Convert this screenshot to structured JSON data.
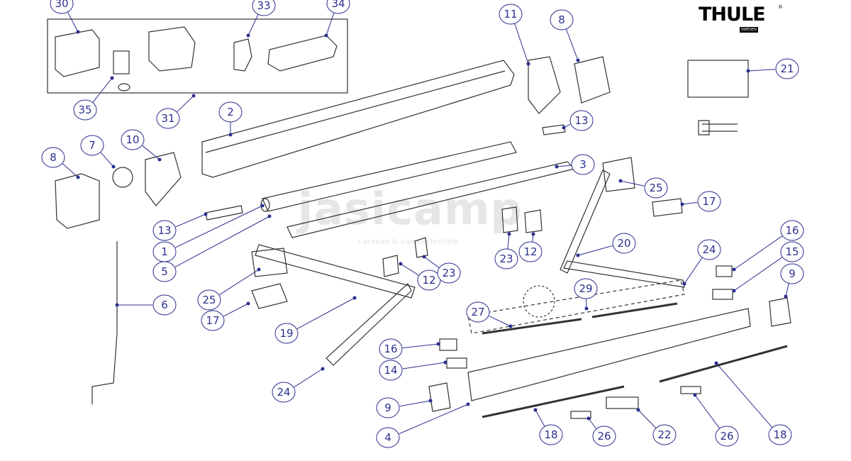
{
  "brand": {
    "name": "THULE",
    "sub": "SWEDEN"
  },
  "watermark": {
    "text": "jasicamp",
    "sub": "caravan & campertechnik"
  },
  "colors": {
    "callout": "#2b2f8f",
    "lines": "#333333"
  },
  "callouts": [
    "30",
    "33",
    "34",
    "35",
    "31",
    "2",
    "11",
    "8",
    "21",
    "13",
    "10",
    "7",
    "8",
    "3",
    "25",
    "17",
    "13",
    "1",
    "5",
    "23",
    "12",
    "20",
    "12",
    "23",
    "24",
    "16",
    "15",
    "9",
    "25",
    "17",
    "6",
    "29",
    "19",
    "27",
    "16",
    "14",
    "24",
    "9",
    "4",
    "18",
    "26",
    "22",
    "26",
    "18"
  ]
}
